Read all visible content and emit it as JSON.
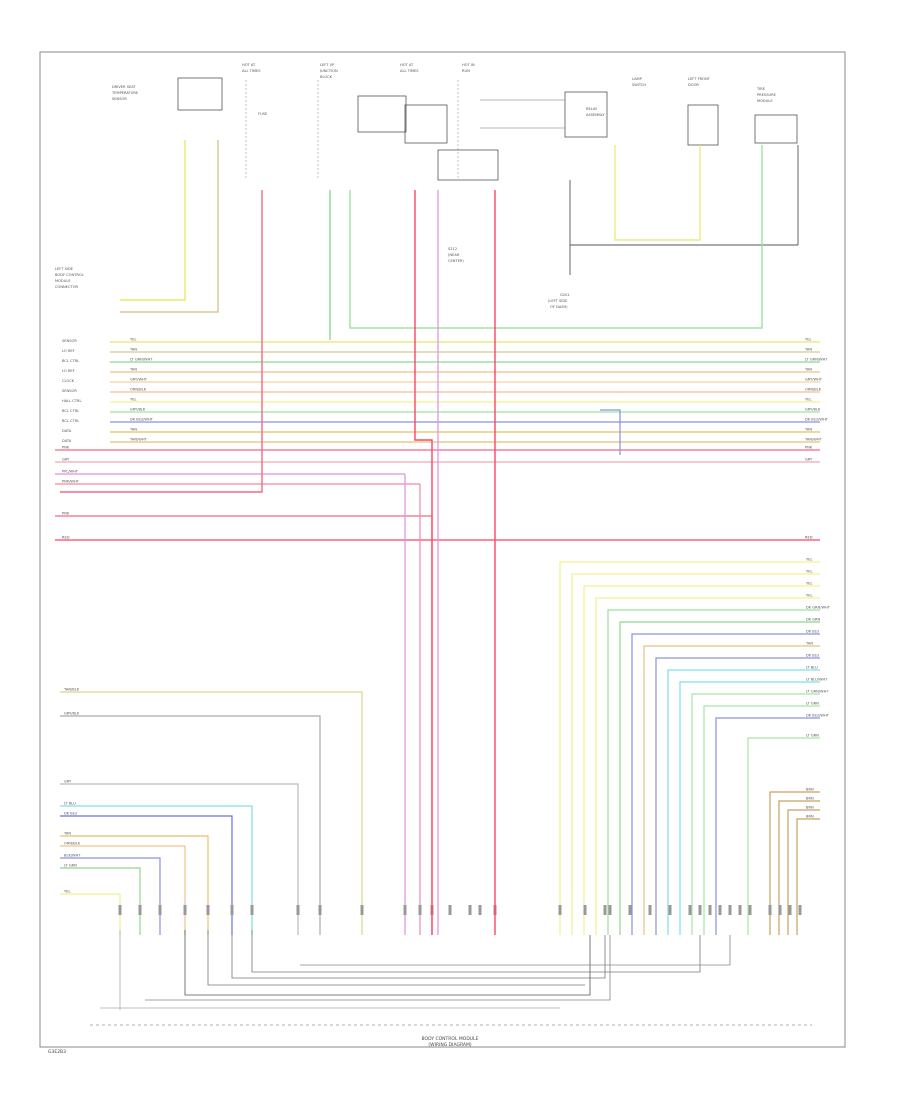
{
  "footer": {
    "caption_line1": "BODY CONTROL MODULE",
    "caption_line2": "(WIRING DIAGRAM)",
    "corner_code": "G3E2B3"
  },
  "top_components": [
    {
      "id": "seat_temp",
      "lines": [
        "DRIVER SEAT",
        "TEMPERATURE",
        "SENSOR"
      ]
    },
    {
      "id": "fuse_a",
      "lines": [
        "HOT AT",
        "ALL TIMES"
      ]
    },
    {
      "id": "relay_center",
      "lines": [
        "LEFT I/P",
        "JUNCTION",
        "BLOCK"
      ]
    },
    {
      "id": "fuse_b",
      "lines": [
        "HOT AT",
        "ALL TIMES"
      ]
    },
    {
      "id": "fuse_c",
      "lines": [
        "HOT IN",
        "RUN"
      ]
    },
    {
      "id": "relay_right",
      "lines": [
        "RELAY",
        "ASSEMBLY"
      ]
    },
    {
      "id": "lamp_switch",
      "lines": [
        "LAMP",
        "SWITCH"
      ]
    },
    {
      "id": "module_right",
      "lines": [
        "LEFT FRONT",
        "DOOR"
      ]
    },
    {
      "id": "tpms",
      "lines": [
        "TIRE",
        "PRESSURE",
        "MODULE"
      ]
    }
  ],
  "ground_label": [
    "G201",
    "(LEFT SIDE",
    "OF DASH)"
  ],
  "splice_label": [
    "S212",
    "(NEAR",
    "CENTER)"
  ],
  "left_block": {
    "title": [
      "LEFT SIDE",
      "BODY CONTROL",
      "MODULE",
      "CONNECTOR"
    ],
    "rows": [
      "SENSOR",
      "LO REF",
      "BCL CTRL",
      "LO REF",
      "CLOCK",
      "SENSOR",
      "HALL CTRL",
      "BCL CTRL",
      "BCL CTRL",
      "DATA",
      "DATA"
    ]
  },
  "wires_top": [
    {
      "name": "YEL",
      "color": "#e8e86a"
    },
    {
      "name": "TAN",
      "color": "#d9c690"
    },
    {
      "name": "LT GRN/WHT",
      "color": "#8fd88f"
    },
    {
      "name": "TAN",
      "color": "#f0c080"
    },
    {
      "name": "GRY/WHT",
      "color": "#f7d0a8"
    },
    {
      "name": "ORN/BLK",
      "color": "#f0c090"
    },
    {
      "name": "YEL",
      "color": "#f5f090"
    },
    {
      "name": "GRY/BLK",
      "color": "#9de39d"
    },
    {
      "name": "DK BLU/WHT",
      "color": "#8a90e0"
    },
    {
      "name": "TAN",
      "color": "#e8c060"
    },
    {
      "name": "TAN/WHT",
      "color": "#e8c070"
    }
  ],
  "wires_pink": [
    {
      "name": "PNK",
      "color": "#f26a86"
    },
    {
      "name": "GRY",
      "color": "#f0a8b8"
    },
    {
      "name": "PPL/WHT",
      "color": "#e090e0"
    },
    {
      "name": "PNK/WHT",
      "color": "#f08aa0"
    },
    {
      "name": "PNK",
      "color": "#f26a86"
    },
    {
      "name": "RED",
      "color": "#ff4466"
    }
  ],
  "right_wires": [
    "YEL",
    "YEL",
    "YEL",
    "YEL",
    "DK GRN/WHT",
    "DK GRN",
    "DK BLU",
    "TAN",
    "DK BLU",
    "LT BLU",
    "LT BLU/WHT",
    "LT GRN/WHT",
    "LT GRN",
    "DK BLU/WHT",
    "LT GRN",
    "BRN",
    "BRN",
    "BRN",
    "BRN"
  ],
  "left_wires_lower": [
    "TAN/BLK",
    "GRY/BLK",
    "GRY",
    "LT BLU",
    "DK BLU",
    "TAN",
    "ORN/BLK",
    "BLK/WHT",
    "LT GRN",
    "YEL"
  ],
  "colors": {
    "frame": "#888888",
    "ground_wire": "#555555"
  }
}
